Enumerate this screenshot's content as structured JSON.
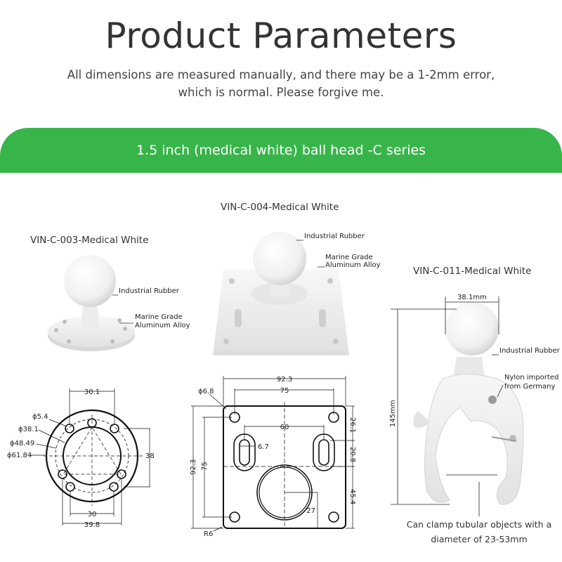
{
  "header": {
    "title": "Product Parameters",
    "subtitle_line1": "All dimensions are measured manually, and there may be a 1-2mm error,",
    "subtitle_line2": "which is normal. Please forgive me."
  },
  "band": {
    "label": "1.5 inch (medical white) ball head -C series",
    "color": "#38b54a"
  },
  "products": [
    {
      "model": "VIN-C-003-Medical White",
      "ball_label": "Industrial Rubber",
      "base_label_1": "Marine Grade",
      "base_label_2": "Aluminum Alloy"
    },
    {
      "model": "VIN-C-004-Medical White",
      "ball_label": "Industrial Rubber",
      "base_label_1": "Marine Grade",
      "base_label_2": "Aluminum Alloy"
    },
    {
      "model": "VIN-C-011-Medical White",
      "ball_label": "Industrial Rubber",
      "body_label_1": "Nylon imported",
      "body_label_2": "from Germany",
      "ball_dim": "38.1mm",
      "height_dim": "145mm",
      "caption_1": "Can clamp tubular objects with a",
      "caption_2": "diameter of 23-53mm"
    }
  ],
  "drawing_round": {
    "top": "30.1",
    "hole": "ϕ5.4",
    "inner": "ϕ38.1",
    "pcd": "ϕ48.49",
    "outer": "ϕ61.84",
    "right": "38",
    "bottom_inner": "30",
    "bottom_outer": "39.8"
  },
  "drawing_square": {
    "width": "92.3",
    "hole_span": "75",
    "hole": "ϕ6.8",
    "slot_span": "60",
    "slot_width": "6.7",
    "height": "92.3",
    "hole_span_v": "75",
    "top_offset": "26.1",
    "slot_len": "20.8",
    "bottom_offset": "45.4",
    "radius_c": "27",
    "corner": "R6"
  }
}
